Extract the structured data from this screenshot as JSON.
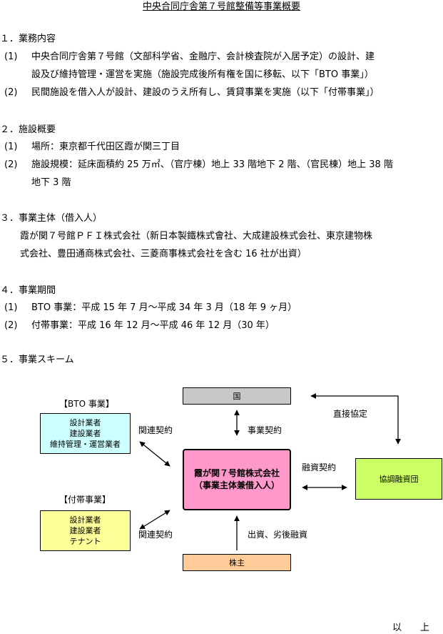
{
  "title": "中央合同庁舎第７号館整備等事業概要",
  "sections": {
    "s1": {
      "heading": "１．業務内容",
      "i1_num": "(1)",
      "i1_l1": "中央合同庁舎第７号館（文部科学省、金融庁、会計検査院が入居予定）の設計、建",
      "i1_l2": "設及び維持管理・運営を実施（施設完成後所有権を国に移転、以下「BTO 事業」）",
      "i2_num": "(2)",
      "i2_l1": "民間施設を借入人が設計、建設のうえ所有し、賃貸事業を実施（以下「付帯事業」）"
    },
    "s2": {
      "heading": "２．施設概要",
      "i1_num": "(1)",
      "i1_l1": "場所：東京都千代田区霞が関三丁目",
      "i2_num": "(2)",
      "i2_l1": "施設規模：延床面積約 25 万㎡、（官庁棟）地上 33 階地下 2 階、（官民棟）地上 38 階",
      "i2_l2": "地下 3 階"
    },
    "s3": {
      "heading": "３．事業主体（借入人）",
      "l1": "霞が関７号館ＰＦＩ株式会社（新日本製鐵株式會社、大成建設株式会社、東京建物株",
      "l2": "式会社、豊田通商株式会社、三菱商事株式会社を含む 16 社が出資）"
    },
    "s4": {
      "heading": "４．事業期間",
      "i1_num": "(1)",
      "i1_l1": "BTO 事業：平成 15 年 7 月～平成 34 年 3 月（18 年 9 ヶ月）",
      "i2_num": "(2)",
      "i2_l1": "付帯事業：平成 16 年 12 月～平成 46 年 12 月（30 年）"
    },
    "s5": {
      "heading": "５．事業スキーム"
    }
  },
  "scheme": {
    "country": "国",
    "bto_label": "【BTO 事業】",
    "bto_box": [
      "設計業者",
      "建設業者",
      "維持管理・運営業者"
    ],
    "futai_label": "【付帯事業】",
    "futai_box": [
      "設計業者",
      "建設業者",
      "テナント"
    ],
    "main_l1": "霞が関７号館株式会社",
    "main_l2": "（事業主体兼借入人）",
    "lenders": "協調融資団",
    "shareholders": "株主",
    "rel_top": "関連契約",
    "rel_bottom": "関連契約",
    "biz_contract": "事業契約",
    "direct_agreement": "直接協定",
    "loan_contract": "融資契約",
    "investment": "出資、劣後融資"
  },
  "footer": "以　　上",
  "colors": {
    "gray": "#c8c8c8",
    "cyan": "#ccffff",
    "yellow": "#ffff99",
    "pink": "#ff99cc",
    "green": "#ccff66",
    "orange": "#ffcc99"
  }
}
